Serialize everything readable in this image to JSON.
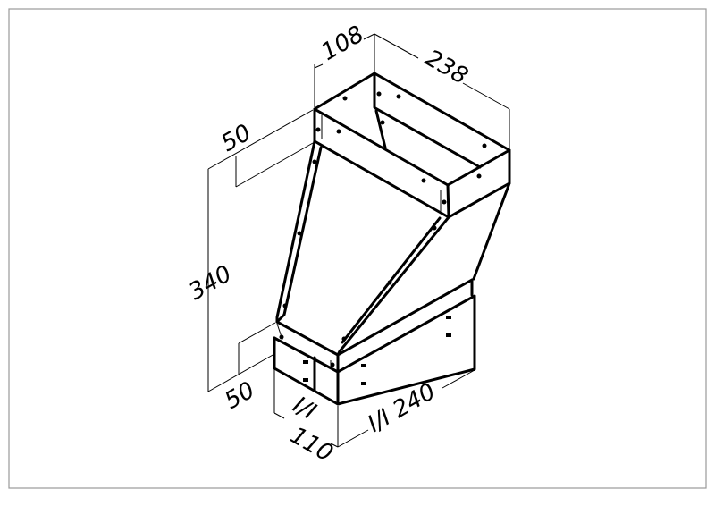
{
  "drawing": {
    "dimensions": {
      "top_depth": "108",
      "top_width": "238",
      "top_collar_height": "50",
      "total_height": "340",
      "bottom_collar_height": "50",
      "bottom_depth_prefix": "I/I",
      "bottom_depth": "110",
      "bottom_width": "I/I 240"
    }
  }
}
